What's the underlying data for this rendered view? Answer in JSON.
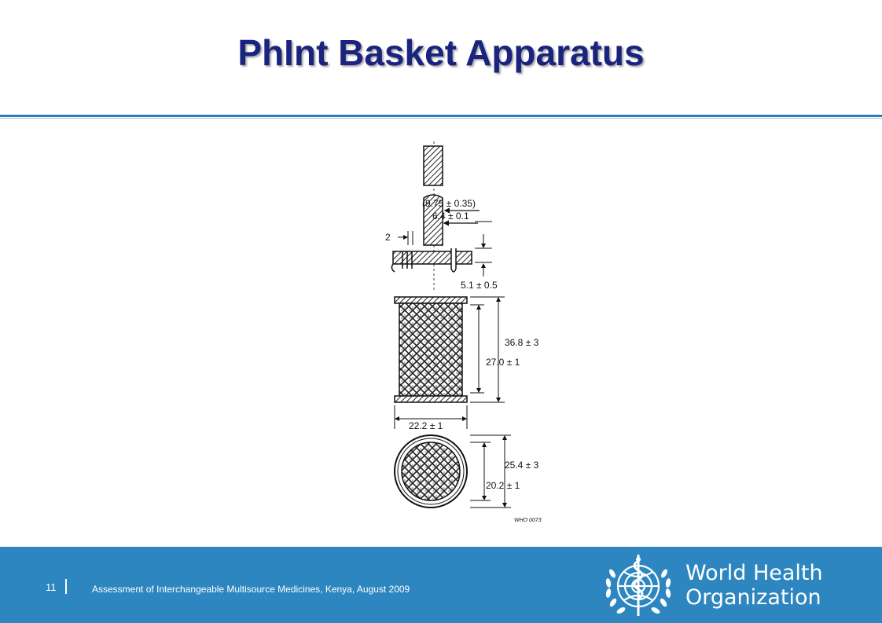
{
  "slide": {
    "title": "PhInt Basket Apparatus"
  },
  "diagram": {
    "labels": {
      "shaft_outer": "(9.75 ± 0.35)",
      "shaft_inner": "6.4 ± 0.1",
      "vent_width": "2",
      "gap": "5.1 ± 0.5",
      "basket_total_height": "36.8 ± 3",
      "screen_height": "27.0 ± 1",
      "basket_width": "22.2 ± 1",
      "base_outer": "25.4 ± 3",
      "base_inner": "20.2 ± 1",
      "code": "WHO 0073"
    }
  },
  "footer": {
    "page_number": "11",
    "text": "Assessment of Interchangeable Multisource Medicines,  Kenya, August  2009",
    "logo_line1": "World Health",
    "logo_line2": "Organization",
    "background_color": "#2d86bf"
  }
}
